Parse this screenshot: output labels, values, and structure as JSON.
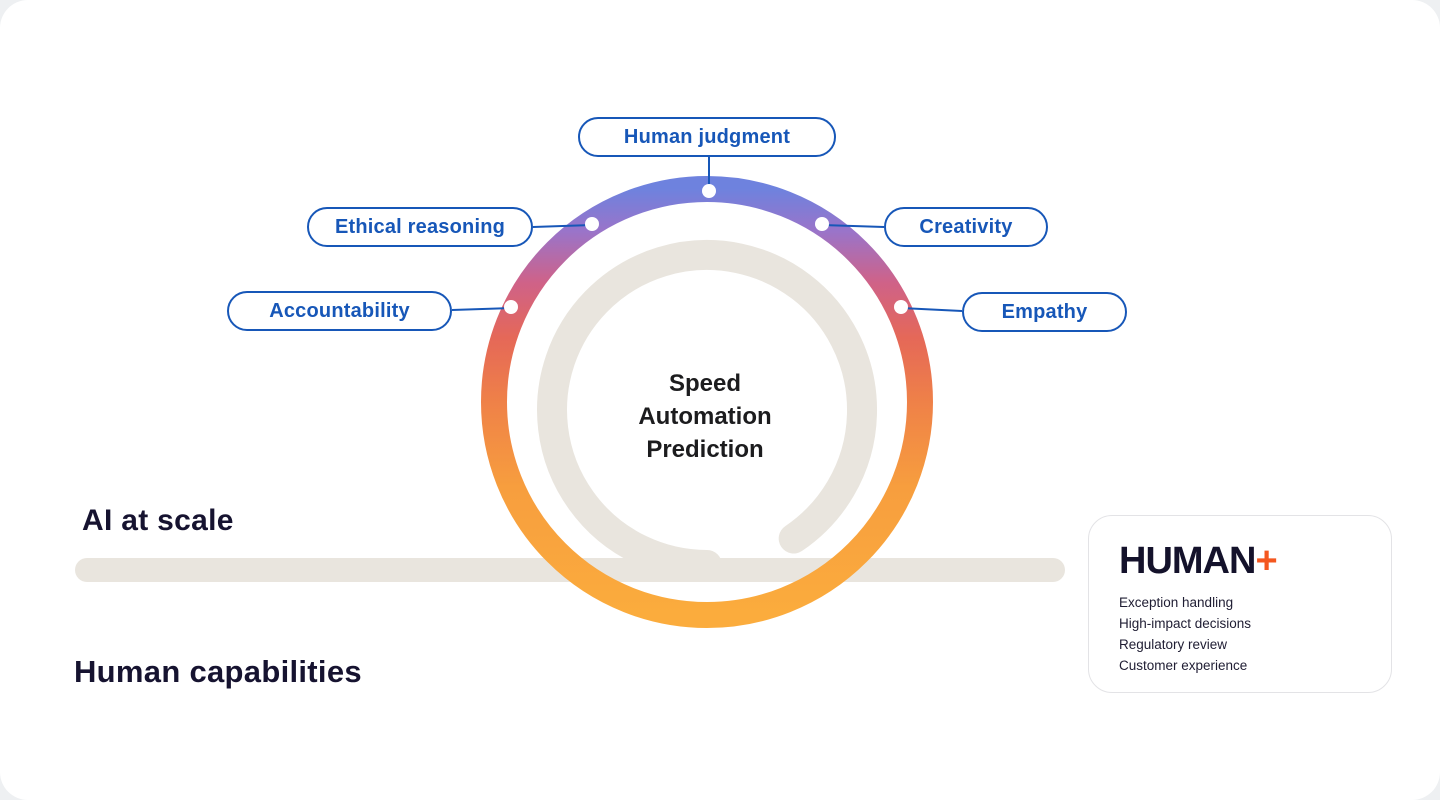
{
  "colors": {
    "accent_blue": "#1757b8",
    "gradient_blue": "#3b7df9",
    "gradient_violet": "#9a74c9",
    "gradient_red": "#e56858",
    "gradient_orange": "#fbac3d",
    "neutral_track": "#e9e5de",
    "ink": "#161330",
    "plus_orange": "#f4571f"
  },
  "loop": {
    "center_lines": [
      "Speed",
      "Automation",
      "Prediction"
    ],
    "callouts": [
      {
        "label": "Human judgment"
      },
      {
        "label": "Ethical reasoning"
      },
      {
        "label": "Creativity"
      },
      {
        "label": "Accountability"
      },
      {
        "label": "Empathy"
      }
    ]
  },
  "tracks": {
    "ai_label": "AI at scale",
    "human_label": "Human capabilities"
  },
  "human_plus_card": {
    "title": "HUMAN",
    "plus": "+",
    "items": [
      "Exception handling",
      "High-impact decisions",
      "Regulatory review",
      "Customer experience"
    ]
  }
}
